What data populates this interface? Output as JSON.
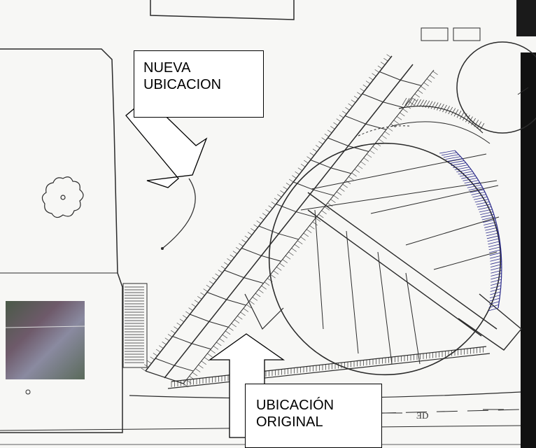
{
  "callouts": {
    "new_location": {
      "line1": "NUEVA",
      "line2": "UBICACION"
    },
    "original_location": {
      "line1": "UBICACIÓN",
      "line2": "ORIGINAL"
    }
  },
  "road_label": "ƎD",
  "colors": {
    "ink": "#2b2b2b",
    "paper": "#f7f7f5",
    "blue_hatch": "#2a2a8a",
    "arrow_fill": "#ffffff"
  }
}
